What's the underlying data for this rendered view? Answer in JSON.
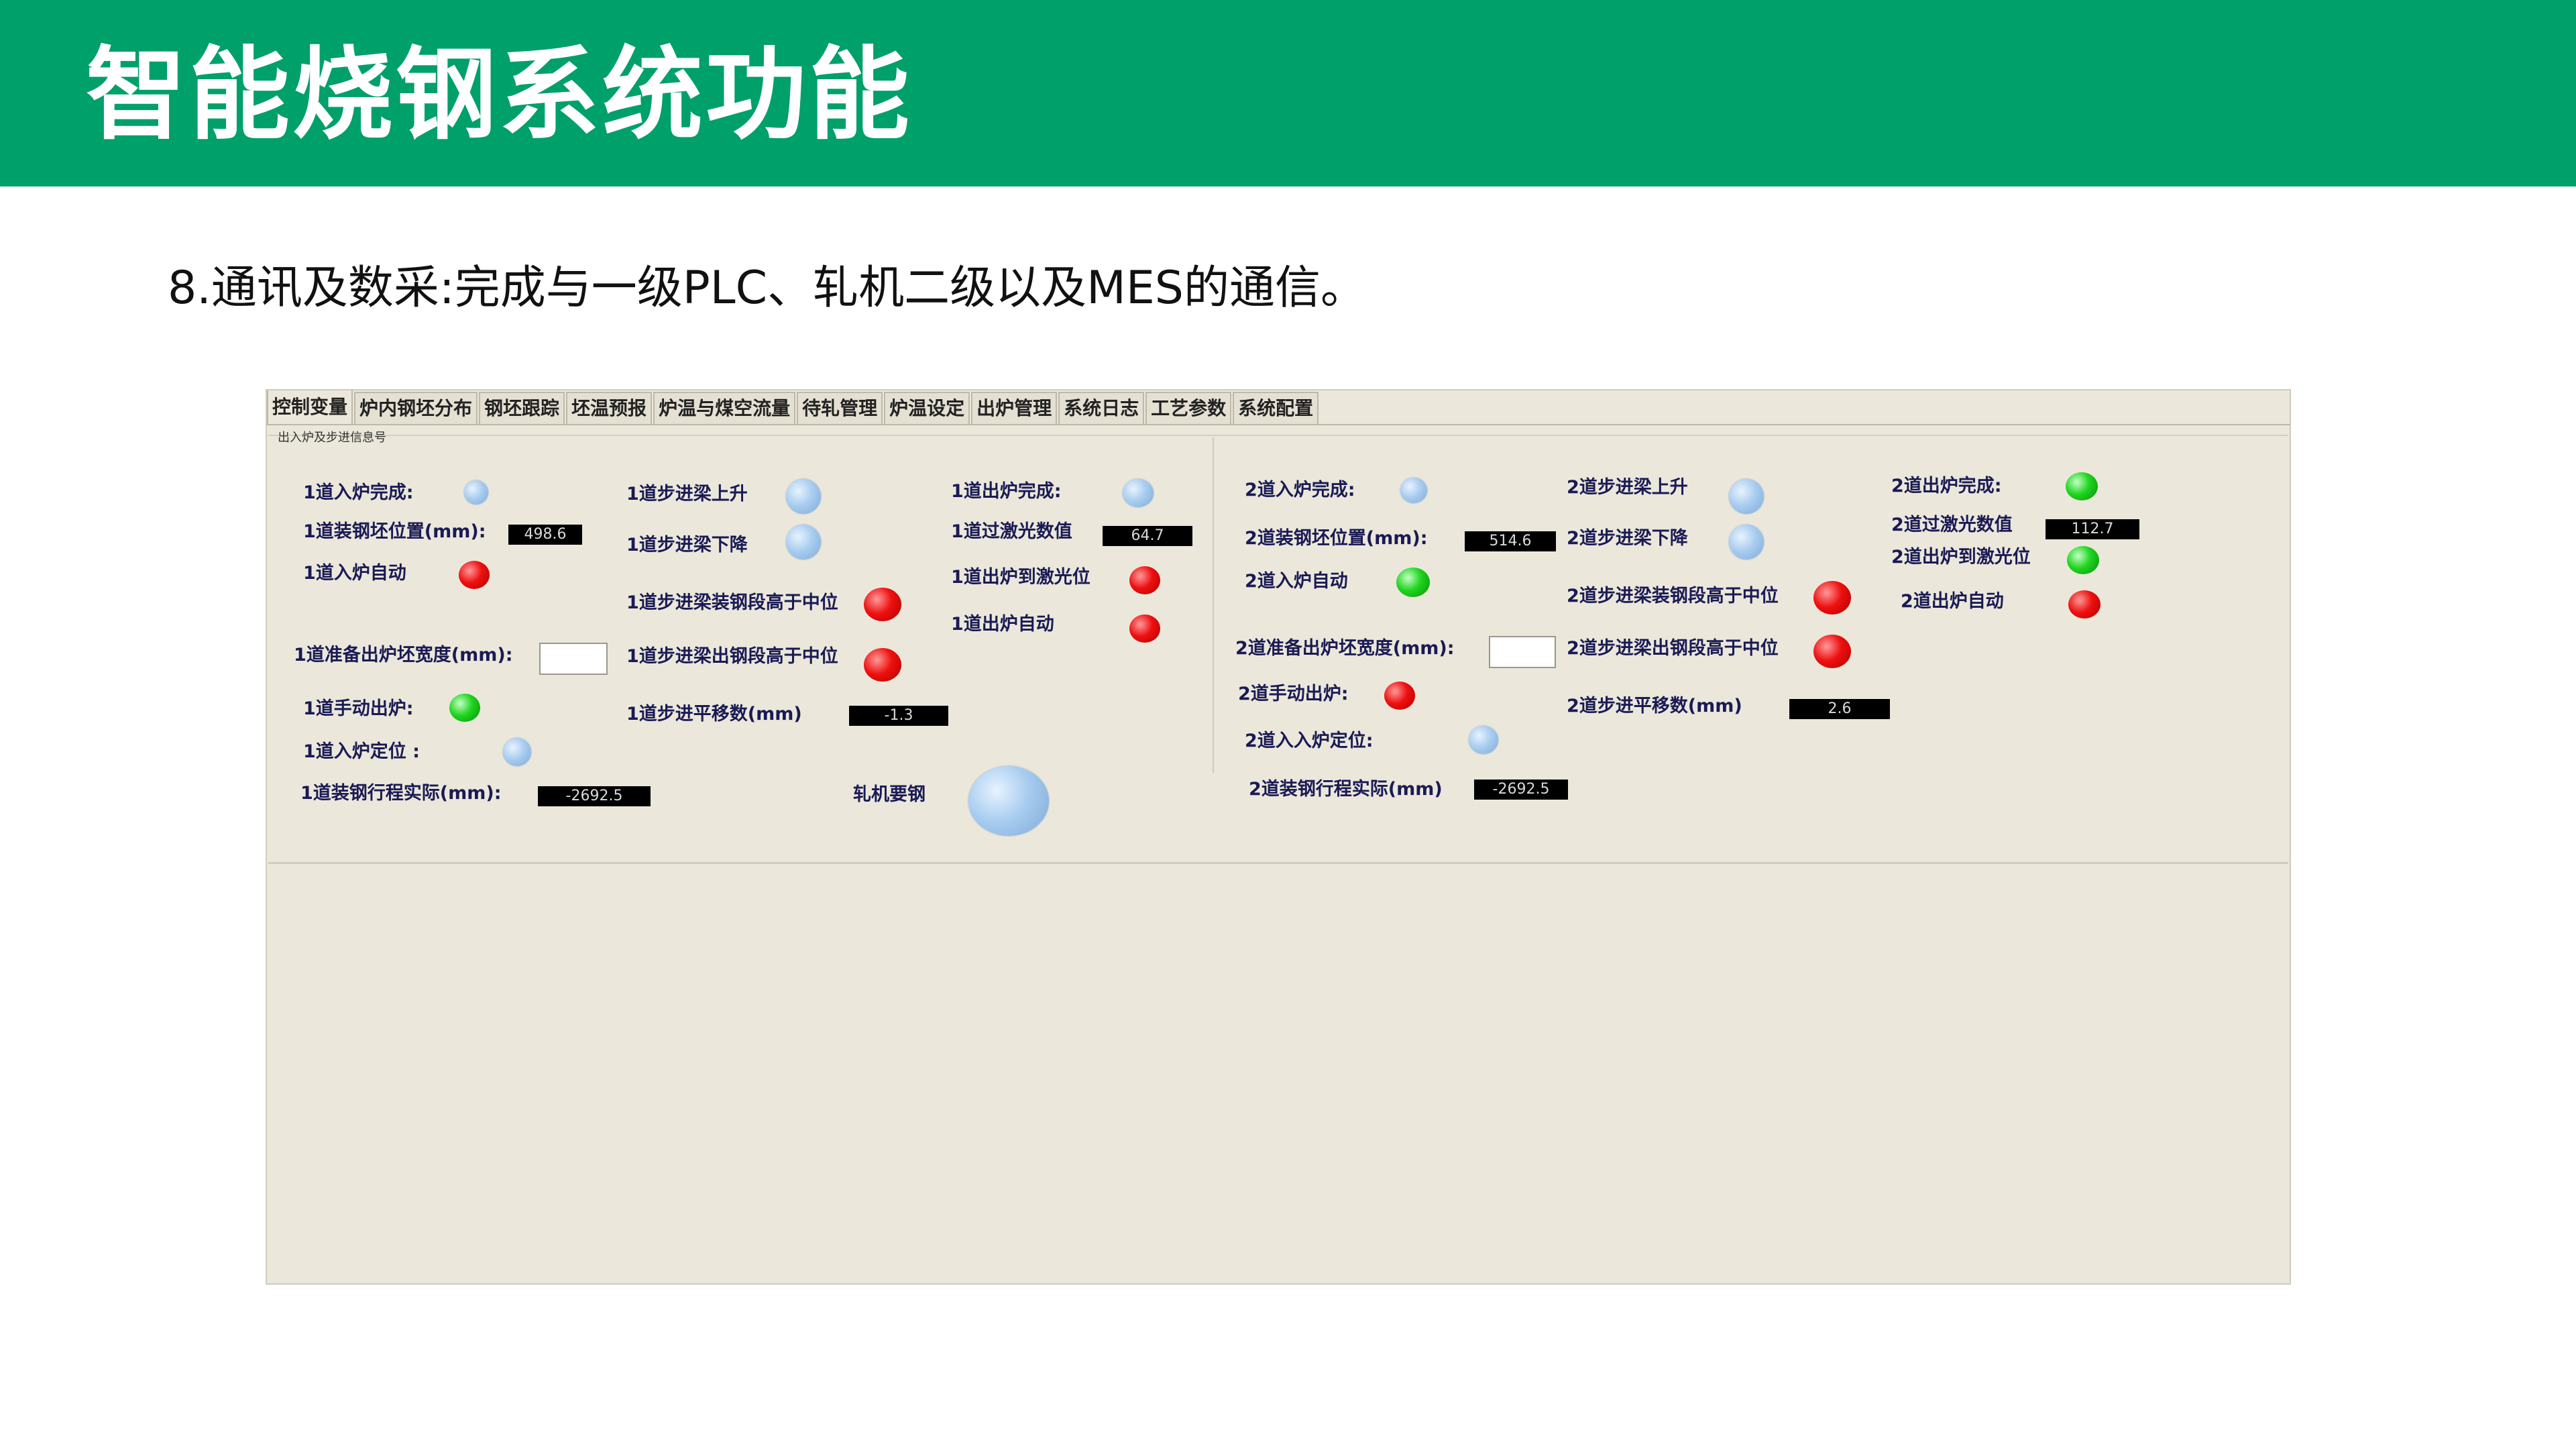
{
  "slide": {
    "title": "智能烧钢系统功能",
    "subtitle": "8.通讯及数采:完成与一级PLC、轧机二级以及MES的通信。"
  },
  "colors": {
    "header_bar": "#00a06a",
    "panel_background": "#ebe8db",
    "indicator_off": "#a9cdf0",
    "indicator_red": "#ee1010",
    "indicator_green": "#1fd41f",
    "value_box": "#000000"
  },
  "app": {
    "tabs": [
      "控制变量",
      "炉内钢坯分布",
      "钢坯跟踪",
      "坯温预报",
      "炉温与煤空流量",
      "待轧管理",
      "炉温设定",
      "出炉管理",
      "系统日志",
      "工艺参数",
      "系统配置"
    ],
    "active_tab": "控制变量",
    "group_caption": "出入炉及步进信息号"
  },
  "line1": {
    "entry_done": {
      "label": "1道入炉完成:",
      "state": "off"
    },
    "charging_position": {
      "label": "1道装钢坯位置(mm):",
      "value": "498.6"
    },
    "entry_auto": {
      "label": "1道入炉自动",
      "state": "red"
    },
    "prep_width": {
      "label": "1道准备出炉坯宽度(mm):",
      "value": ""
    },
    "manual_discharge": {
      "label": "1道手动出炉:",
      "state": "green"
    },
    "entry_position": {
      "label": "1道入炉定位 :",
      "state": "off"
    },
    "charging_travel": {
      "label": "1道装钢行程实际(mm):",
      "value": "-2692.5"
    },
    "beam_up": {
      "label": "1道步进梁上升",
      "state": "off"
    },
    "beam_down": {
      "label": "1道步进梁下降",
      "state": "off"
    },
    "beam_charge_above_mid": {
      "label": "1道步进梁装钢段高于中位",
      "state": "red"
    },
    "beam_discharge_above_mid": {
      "label": "1道步进梁出钢段高于中位",
      "state": "red"
    },
    "beam_translation": {
      "label": "1道步进平移数(mm)",
      "value": "-1.3"
    },
    "discharge_done": {
      "label": "1道出炉完成:",
      "state": "off"
    },
    "laser_value": {
      "label": "1道过激光数值",
      "value": "64.7"
    },
    "discharge_at_laser": {
      "label": "1道出炉到激光位",
      "state": "red"
    },
    "discharge_auto": {
      "label": "1道出炉自动",
      "state": "red"
    }
  },
  "mill_request": {
    "label": "轧机要钢",
    "state": "off"
  },
  "line2": {
    "entry_done": {
      "label": "2道入炉完成:",
      "state": "off"
    },
    "charging_position": {
      "label": "2道装钢坯位置(mm):",
      "value": "514.6"
    },
    "entry_auto": {
      "label": "2道入炉自动",
      "state": "green"
    },
    "prep_width": {
      "label": "2道准备出炉坯宽度(mm):",
      "value": ""
    },
    "manual_discharge": {
      "label": "2道手动出炉:",
      "state": "red"
    },
    "entry_position": {
      "label": "2道入入炉定位:",
      "state": "off"
    },
    "charging_travel": {
      "label": "2道装钢行程实际(mm)",
      "value": "-2692.5"
    },
    "beam_up": {
      "label": "2道步进梁上升",
      "state": "off"
    },
    "beam_down": {
      "label": "2道步进梁下降",
      "state": "off"
    },
    "beam_charge_above_mid": {
      "label": "2道步进梁装钢段高于中位",
      "state": "red"
    },
    "beam_discharge_above_mid": {
      "label": "2道步进梁出钢段高于中位",
      "state": "red"
    },
    "beam_translation": {
      "label": "2道步进平移数(mm)",
      "value": "2.6"
    },
    "discharge_done": {
      "label": "2道出炉完成:",
      "state": "green"
    },
    "laser_value": {
      "label": "2道过激光数值",
      "value": "112.7"
    },
    "discharge_at_laser": {
      "label": "2道出炉到激光位",
      "state": "green"
    },
    "discharge_auto": {
      "label": "2道出炉自动",
      "state": "red"
    }
  }
}
